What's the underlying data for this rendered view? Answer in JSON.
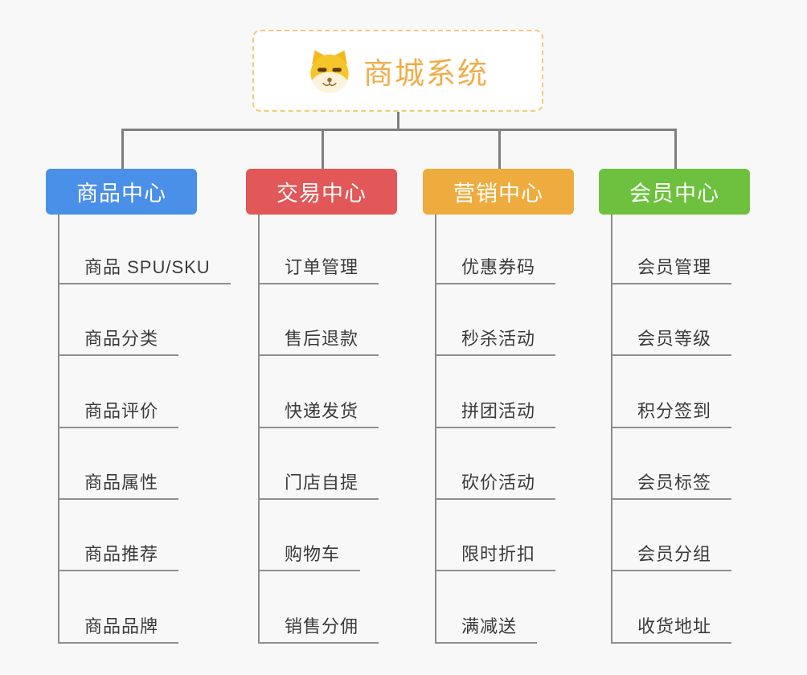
{
  "root": {
    "title": "商城系统",
    "icon": "dog-icon",
    "title_color": "#F0AD4A",
    "border_color": "#F5C979"
  },
  "branches": [
    {
      "label": "商品中心",
      "color": "#4A8FE8",
      "children": [
        "商品 SPU/SKU",
        "商品分类",
        "商品评价",
        "商品属性",
        "商品推荐",
        "商品品牌"
      ]
    },
    {
      "label": "交易中心",
      "color": "#E25757",
      "children": [
        "订单管理",
        "售后退款",
        "快递发货",
        "门店自提",
        "购物车",
        "销售分佣"
      ]
    },
    {
      "label": "营销中心",
      "color": "#EEAC3E",
      "children": [
        "优惠券码",
        "秒杀活动",
        "拼团活动",
        "砍价活动",
        "限时折扣",
        "满减送"
      ]
    },
    {
      "label": "会员中心",
      "color": "#6EC13E",
      "children": [
        "会员管理",
        "会员等级",
        "积分签到",
        "会员标签",
        "会员分组",
        "收货地址"
      ]
    }
  ],
  "connector_color": "#7F7F7F",
  "trunk_color": "#8C8C8C",
  "background_color": "#F8F8F8"
}
